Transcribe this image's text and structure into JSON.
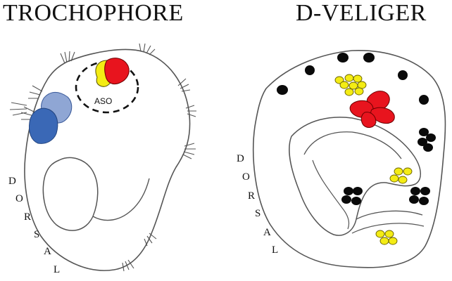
{
  "panels": [
    {
      "title": "TROCHOPHORE",
      "side_label": [
        "D",
        "O",
        "R",
        "S",
        "A",
        "L"
      ],
      "organ_label": "ASO"
    },
    {
      "title": "D-VELIGER",
      "side_label": [
        "D",
        "O",
        "R",
        "S",
        "A",
        "L"
      ]
    }
  ],
  "colors": {
    "outline": "#555555",
    "yellow": "#f4ec14",
    "red": "#e8141e",
    "blue_dark": "#3a68b6",
    "blue_light": "#8fa6d4",
    "black": "#0a0a0a"
  }
}
